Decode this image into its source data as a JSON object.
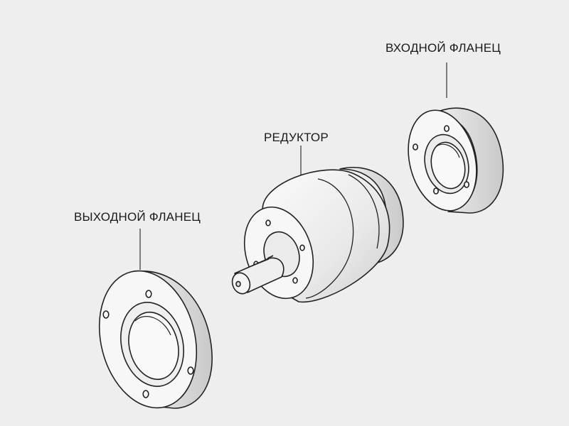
{
  "labels": {
    "input_flange": "ВХОДНОЙ ФЛАНЕЦ",
    "reducer": "РЕДУКТОР",
    "output_flange": "ВЫХОДНОЙ ФЛАНЕЦ"
  },
  "colors": {
    "background": "#eeeeee",
    "stroke": "#222222",
    "face": "#f7f7f7",
    "rim": "#dcdcdc",
    "shade": "#cfcfcf",
    "text": "#1a1a1a"
  }
}
